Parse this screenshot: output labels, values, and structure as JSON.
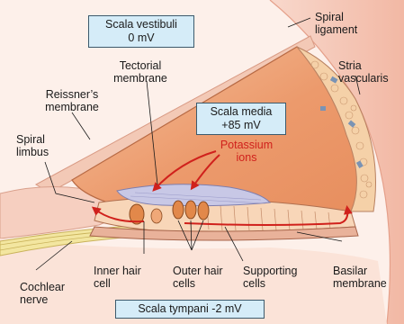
{
  "compartments": {
    "scala_vestibuli": {
      "name": "Scala vestibuli",
      "potential": "0 mV"
    },
    "scala_media": {
      "name": "Scala media",
      "potential": "+85 mV"
    },
    "scala_tympani": {
      "name": "Scala tympani -2 mV"
    }
  },
  "labels": {
    "spiral_ligament": "Spiral ligament",
    "stria_vascularis": "Stria vascularis",
    "tectorial_membrane": "Tectorial membrane",
    "reissners_membrane": "Reissner’s membrane",
    "spiral_limbus": "Spiral limbus",
    "potassium_ions": "Potassium ions",
    "inner_hair_cell": "Inner hair cell",
    "outer_hair_cells": "Outer hair cells",
    "supporting_cells": "Supporting cells",
    "basilar_membrane": "Basilar membrane",
    "cochlear_nerve": "Cochlear nerve"
  },
  "colors": {
    "bony_wall": "#f6c2b2",
    "spiral_ligament_band": "#f5b7a0",
    "scala_media_fill": "#ef9f72",
    "stria": "#f5d1a8",
    "tectorial": "#c8c8e6",
    "ion_arrows": "#d0211c",
    "compartment_box": "#d5ecf8",
    "nerve": "#f3e6a0"
  }
}
